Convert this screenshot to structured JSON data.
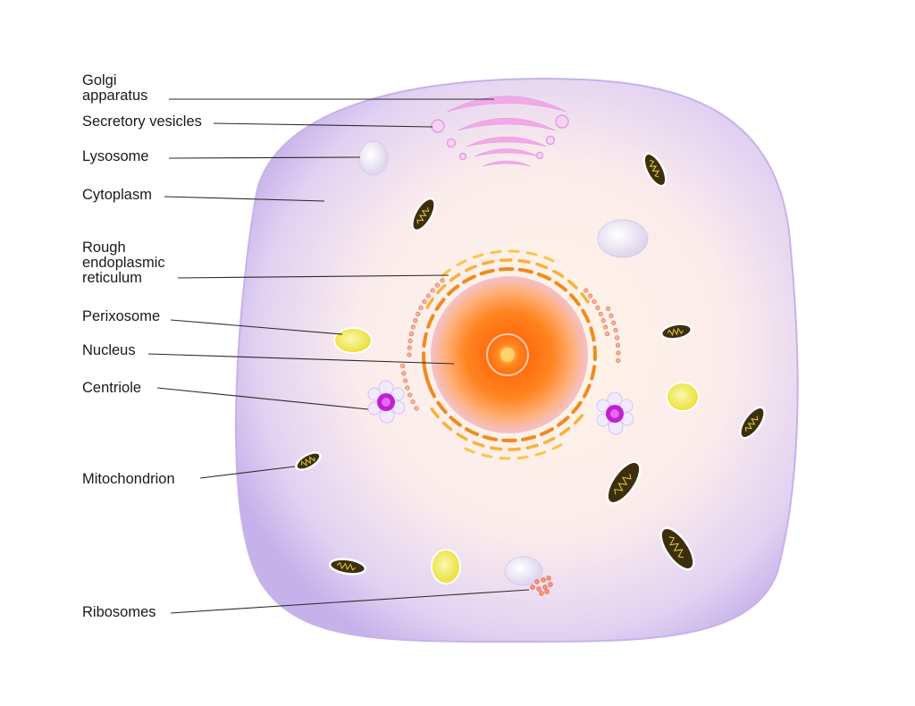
{
  "labels": {
    "golgi_1": "Golgi",
    "golgi_2": "apparatus",
    "secretory_vesicles": "Secretory vesicles",
    "lysosome": "Lysosome",
    "cytoplasm": "Cytoplasm",
    "rer_1": "Rough",
    "rer_2": "endoplasmic",
    "rer_3": "reticulum",
    "perixosome": "Perixosome",
    "nucleus": "Nucleus",
    "centriole": "Centriole",
    "mitochondrion": "Mitochondrion",
    "ribosomes": "Ribosomes"
  },
  "colors": {
    "membrane": "#c9b6ec",
    "cytoplasm_center": "#fdf1e2",
    "nucleus": "#ff7a1a",
    "nucleolus": "#ffb347",
    "golgi": "#f0a6e6",
    "er": "#f39a2a",
    "peroxisome": "#f4ee5a",
    "mitochondrion": "#3d2f0e",
    "centriole": "#c21fd1",
    "lysosome": "#f1eef7"
  }
}
